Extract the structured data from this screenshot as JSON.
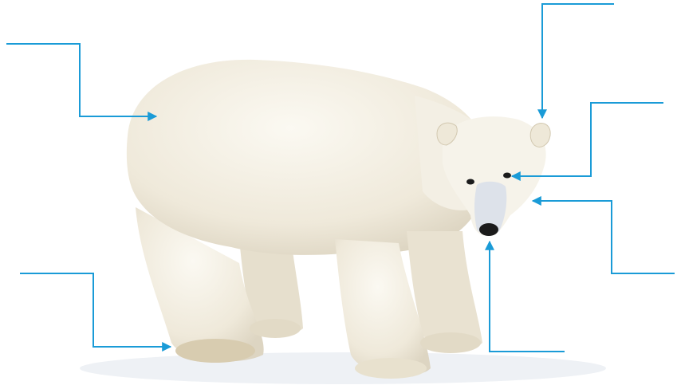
{
  "diagram": {
    "subject": "polar bear",
    "colors": {
      "callout": "#1a9bd7",
      "fur": "#f1ede1",
      "fur_shadow": "#d9d2bf",
      "nose": "#1b1b1b",
      "snow_shadow": "#eef1f5"
    },
    "callouts": [
      {
        "id": "fur",
        "text": ""
      },
      {
        "id": "ear",
        "text": ""
      },
      {
        "id": "eye",
        "text": ""
      },
      {
        "id": "cheek",
        "text": ""
      },
      {
        "id": "nose",
        "text": ""
      },
      {
        "id": "paw",
        "text": ""
      }
    ]
  }
}
